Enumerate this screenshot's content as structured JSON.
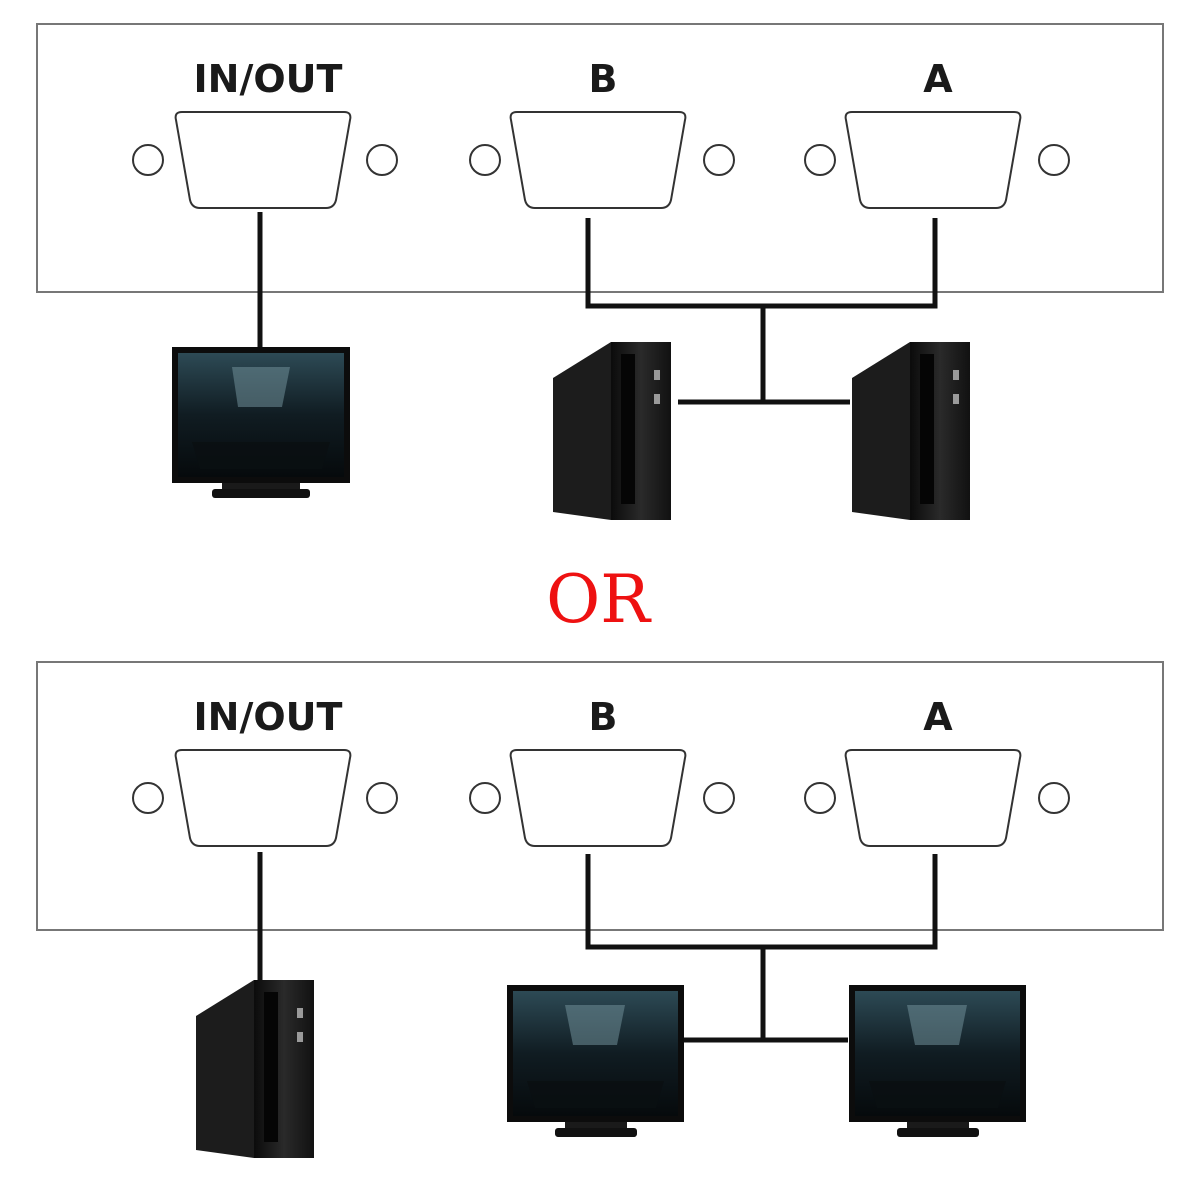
{
  "panels": [
    {
      "id": "top",
      "ports": [
        "IN/OUT",
        "B",
        "A"
      ]
    },
    {
      "id": "bottom",
      "ports": [
        "IN/OUT",
        "B",
        "A"
      ]
    }
  ],
  "separator_text": "OR",
  "colors": {
    "or": "#ee1111",
    "line": "#111111",
    "panel_border": "#777777"
  },
  "icons": {
    "top_devices": [
      "monitor-icon",
      "pc-tower-icon",
      "pc-tower-icon"
    ],
    "bottom_devices": [
      "pc-tower-icon",
      "monitor-icon",
      "monitor-icon"
    ]
  }
}
